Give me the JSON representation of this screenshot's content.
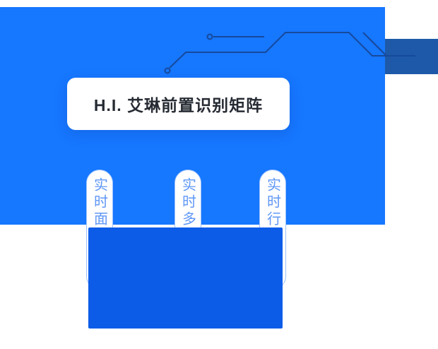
{
  "colors": {
    "primary": "#1677ff",
    "deep_panel": "#0d5ce8",
    "navy_accent": "#1d59a8",
    "trace": "#16499b",
    "pill_border": "#9cc2ff",
    "pill_text": "#5f97f6",
    "card_bg": "#ffffff",
    "title_text": "#262b33"
  },
  "card": {
    "title": "H.I. 艾琳前置识别矩阵"
  },
  "pills": [
    {
      "label": "实时面"
    },
    {
      "label": "实时多"
    },
    {
      "label": "实时行"
    }
  ]
}
